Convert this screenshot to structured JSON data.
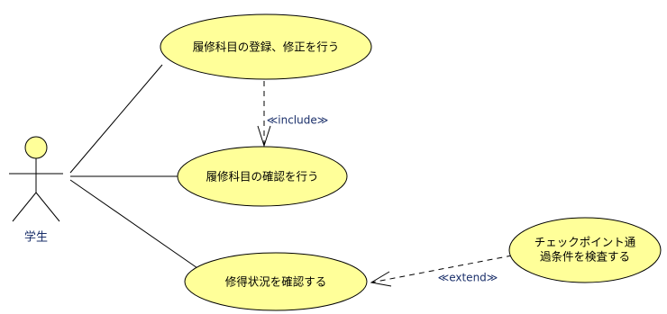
{
  "diagram": {
    "actor": {
      "label": "学生",
      "fill_color": "#ffff99"
    },
    "use_cases": [
      {
        "id": "uc1",
        "label": "履修科目の登録、修正を行う"
      },
      {
        "id": "uc2",
        "label": "履修科目の確認を行う"
      },
      {
        "id": "uc3",
        "label": "修得状況を確認する"
      },
      {
        "id": "uc4",
        "line1": "チェックポイント通",
        "line2": "過条件を検査する"
      }
    ],
    "relations": {
      "include": {
        "label": "≪include≫",
        "from": "uc1",
        "to": "uc2"
      },
      "extend": {
        "label": "≪extend≫",
        "from": "uc4",
        "to": "uc3"
      }
    },
    "colors": {
      "use_case_fill": "#ffff99",
      "stereotype_text": "#1a2f6a",
      "line": "#000000"
    }
  }
}
